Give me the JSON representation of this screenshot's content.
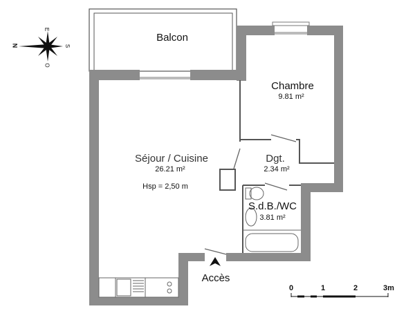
{
  "compass": {
    "north": "N",
    "east": "E",
    "south": "S",
    "west": "O"
  },
  "rooms": {
    "balcon": {
      "name": "Balcon"
    },
    "chambre": {
      "name": "Chambre",
      "area": "9.81 m²"
    },
    "sejour": {
      "name": "Séjour / Cuisine",
      "area": "26.21 m²",
      "height": "Hsp =  2,50 m"
    },
    "dgt": {
      "name": "Dgt.",
      "area": "2.34 m²"
    },
    "sdb": {
      "name": "S.d.B./WC",
      "area": "3.81 m²"
    }
  },
  "access": {
    "label": "Accès"
  },
  "scale": {
    "ticks": [
      "0",
      "1",
      "2",
      "3m"
    ]
  },
  "colors": {
    "wall": "#8c8c8c",
    "line": "#555555"
  }
}
